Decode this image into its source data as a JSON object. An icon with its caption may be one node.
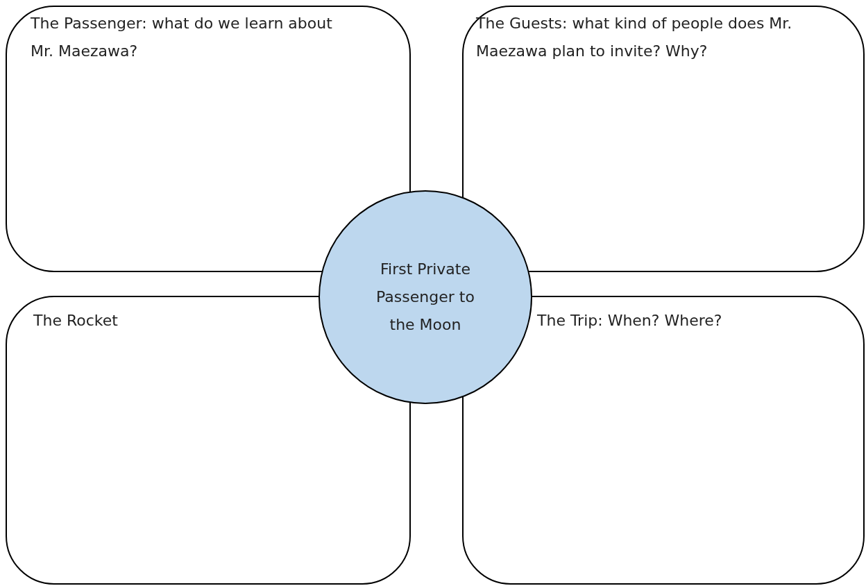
{
  "diagram": {
    "nodes": [
      {
        "text": [
          "The Passenger: what do we learn about Mr. Maezawa?"
        ]
      },
      {
        "text": [
          "The Guests: what kind of people does Mr. Maezawa plan to invite? Why?"
        ]
      },
      {
        "text": [
          "The Rocket"
        ]
      },
      {
        "text": [
          "The Trip: When? Where?"
        ]
      },
      {
        "text": [
          "First Private Passenger to the Moon"
        ]
      }
    ]
  }
}
